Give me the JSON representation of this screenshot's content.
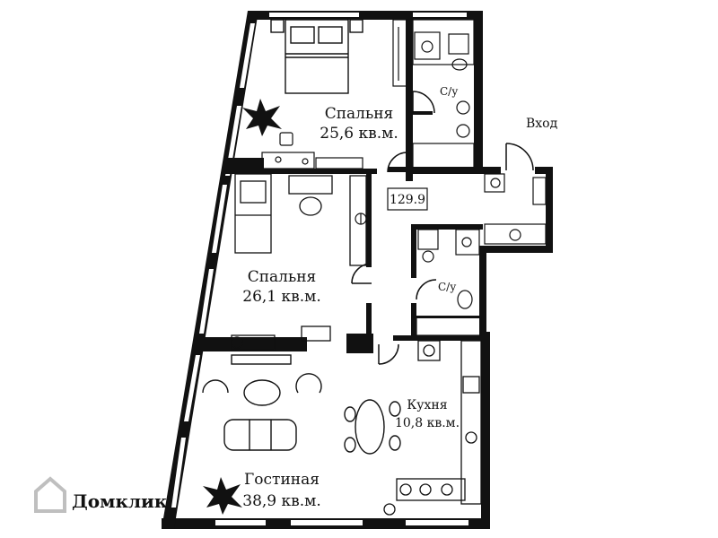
{
  "rooms": {
    "bedroom1": {
      "name": "Спальня",
      "area": "25,6 кв.м."
    },
    "bedroom2": {
      "name": "Спальня",
      "area": "26,1 кв.м."
    },
    "living": {
      "name": "Гостиная",
      "area": "38,9 кв.м."
    },
    "kitchen": {
      "name": "Кухня",
      "area": "10,8 кв.м."
    },
    "bath1": {
      "name": "С/у"
    },
    "bath2": {
      "name": "С/у"
    }
  },
  "entrance_label": "Вход",
  "total_area": "129.9",
  "watermark": "Домклик",
  "colors": {
    "wall": "#111111",
    "background": "#ffffff",
    "watermark": "#bfbfbf"
  },
  "icons": [
    "plant-icon",
    "bed-icon",
    "toilet-icon",
    "sink-icon",
    "bathtub-icon",
    "washer-icon",
    "stove-icon",
    "sofa-icon",
    "dining-table-icon",
    "wardrobe-icon",
    "desk-icon",
    "chair-icon"
  ]
}
